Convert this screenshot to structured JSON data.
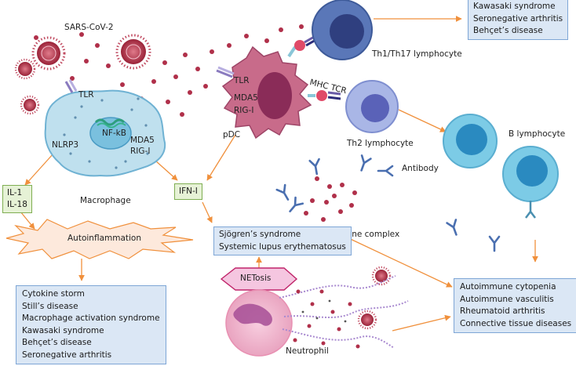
{
  "labels": {
    "sars_cov_2": "SARS-CoV-2",
    "macrophage_tlr": "TLR",
    "nfkb": "NF-kB",
    "nlrp3": "NLRP3",
    "macrophage_mda5": "MDA5",
    "macrophage_rigi": "RIG-I",
    "macrophage": "Macrophage",
    "pdc_tlr": "TLR",
    "pdc_mda5": "MDA5",
    "pdc_rigi": "RIG-I",
    "pdc": "pDC",
    "mhc_tcr": "MHC TCR",
    "th1_th17": "Th1/Th17 lymphocyte",
    "th2": "Th2 lymphocyte",
    "b_lymphocyte": "B lymphocyte",
    "antibody": "Antibody",
    "immune_complex": "Immune complex",
    "autoinflammation": "Autoinflammation",
    "netosis": "NETosis",
    "neutrophil": "Neutrophil"
  },
  "boxes": {
    "il": [
      "IL-1",
      "IL-18"
    ],
    "ifn": [
      "IFN-I"
    ],
    "th1_diseases": [
      "Kawasaki syndrome",
      "Seronegative arthritis",
      "Behçet’s disease"
    ],
    "ifn_diseases": [
      "Sjögren’s syndrome",
      "Systemic lupus erythematosus"
    ],
    "autoinflammation_diseases": [
      "Cytokine storm",
      "Still’s disease",
      "Macrophage activation syndrome",
      "Kawasaki syndrome",
      "Behçet’s disease",
      "Seronegative arthritis"
    ],
    "autoimmune_diseases": [
      "Autoimmune cytopenia",
      "Autoimmune vasculitis",
      "Rheumatoid arthritis",
      "Connective tissue diseases"
    ]
  },
  "colors": {
    "arrow": "#f0903c",
    "virus": "#b0304a",
    "particle": "#b0304a",
    "macrophage_fill": "#bfe0ee",
    "pdc_fill": "#c86b8a",
    "th1_fill": "#5a77b8",
    "th2_fill": "#a9b6e6",
    "b_cell_fill": "#7ccbe6",
    "neutrophil_fill": "#f2b8cc",
    "antibody": "#4a6fb0",
    "box_blue": "#dbe7f5",
    "box_green": "#e6f2d6"
  }
}
